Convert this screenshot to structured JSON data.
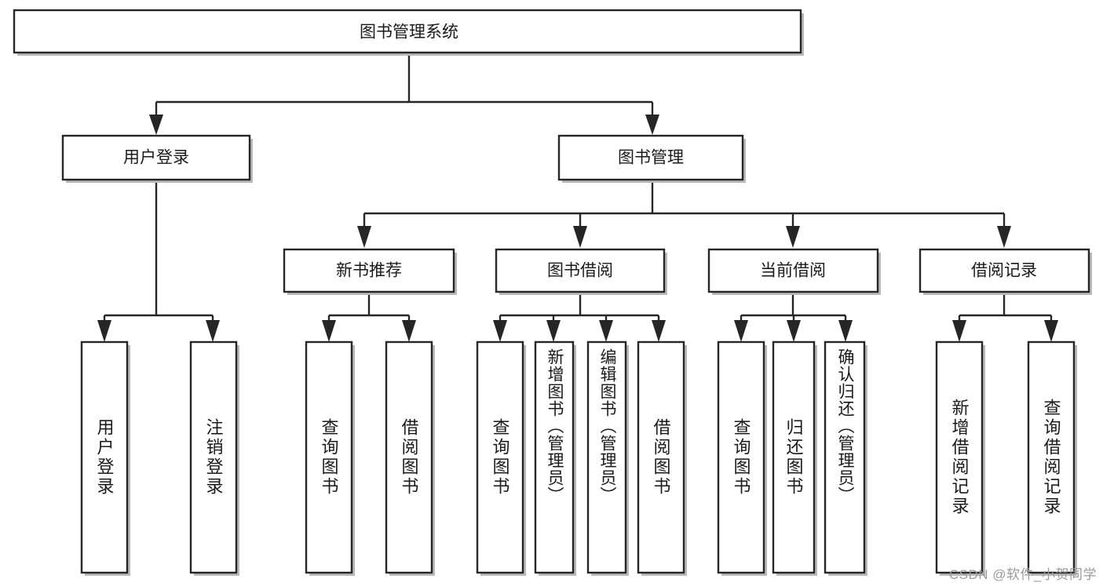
{
  "diagram": {
    "type": "tree-hierarchy",
    "title": "图书管理系统",
    "watermark": "CSDN @软件_小贺同学",
    "colors": {
      "background": "#ffffff",
      "box_fill": "#ffffff",
      "box_stroke": "#262626",
      "shadow": "#b9b9b9",
      "text": "#1a1a1a",
      "watermark_text": "#9a9a9a"
    },
    "levels": {
      "level1": [
        {
          "id": "root",
          "label": "图书管理系统",
          "orientation": "horizontal"
        }
      ],
      "level2": [
        {
          "id": "user-login",
          "label": "用户登录",
          "orientation": "horizontal",
          "parent": "root"
        },
        {
          "id": "book-manage",
          "label": "图书管理",
          "orientation": "horizontal",
          "parent": "root"
        }
      ],
      "level3": [
        {
          "id": "new-book-rec",
          "label": "新书推荐",
          "orientation": "horizontal",
          "parent": "book-manage"
        },
        {
          "id": "book-borrow",
          "label": "图书借阅",
          "orientation": "horizontal",
          "parent": "book-manage"
        },
        {
          "id": "current-borrow",
          "label": "当前借阅",
          "orientation": "horizontal",
          "parent": "book-manage"
        },
        {
          "id": "borrow-record",
          "label": "借阅记录",
          "orientation": "horizontal",
          "parent": "book-manage"
        }
      ],
      "level4": [
        {
          "id": "leaf-user-login",
          "label": "用户登录",
          "orientation": "vertical",
          "parent": "user-login"
        },
        {
          "id": "leaf-logout",
          "label": "注销登录",
          "orientation": "vertical",
          "parent": "user-login"
        },
        {
          "id": "leaf-query-book-1",
          "label": "查询图书",
          "orientation": "vertical",
          "parent": "new-book-rec"
        },
        {
          "id": "leaf-borrow-book-1",
          "label": "借阅图书",
          "orientation": "vertical",
          "parent": "new-book-rec"
        },
        {
          "id": "leaf-query-book-2",
          "label": "查询图书",
          "orientation": "vertical",
          "parent": "book-borrow"
        },
        {
          "id": "leaf-add-book",
          "label": "新增图书（管理员）",
          "orientation": "vertical",
          "parent": "book-borrow"
        },
        {
          "id": "leaf-edit-book",
          "label": "编辑图书（管理员）",
          "orientation": "vertical",
          "parent": "book-borrow"
        },
        {
          "id": "leaf-borrow-book-2",
          "label": "借阅图书",
          "orientation": "vertical",
          "parent": "book-borrow"
        },
        {
          "id": "leaf-query-book-3",
          "label": "查询图书",
          "orientation": "vertical",
          "parent": "current-borrow"
        },
        {
          "id": "leaf-return-book",
          "label": "归还图书",
          "orientation": "vertical",
          "parent": "current-borrow"
        },
        {
          "id": "leaf-confirm-return",
          "label": "确认归还（管理员）",
          "orientation": "vertical",
          "parent": "current-borrow"
        },
        {
          "id": "leaf-add-record",
          "label": "新增借阅记录",
          "orientation": "vertical",
          "parent": "borrow-record"
        },
        {
          "id": "leaf-query-record",
          "label": "查询借阅记录",
          "orientation": "vertical",
          "parent": "borrow-record"
        }
      ]
    }
  }
}
